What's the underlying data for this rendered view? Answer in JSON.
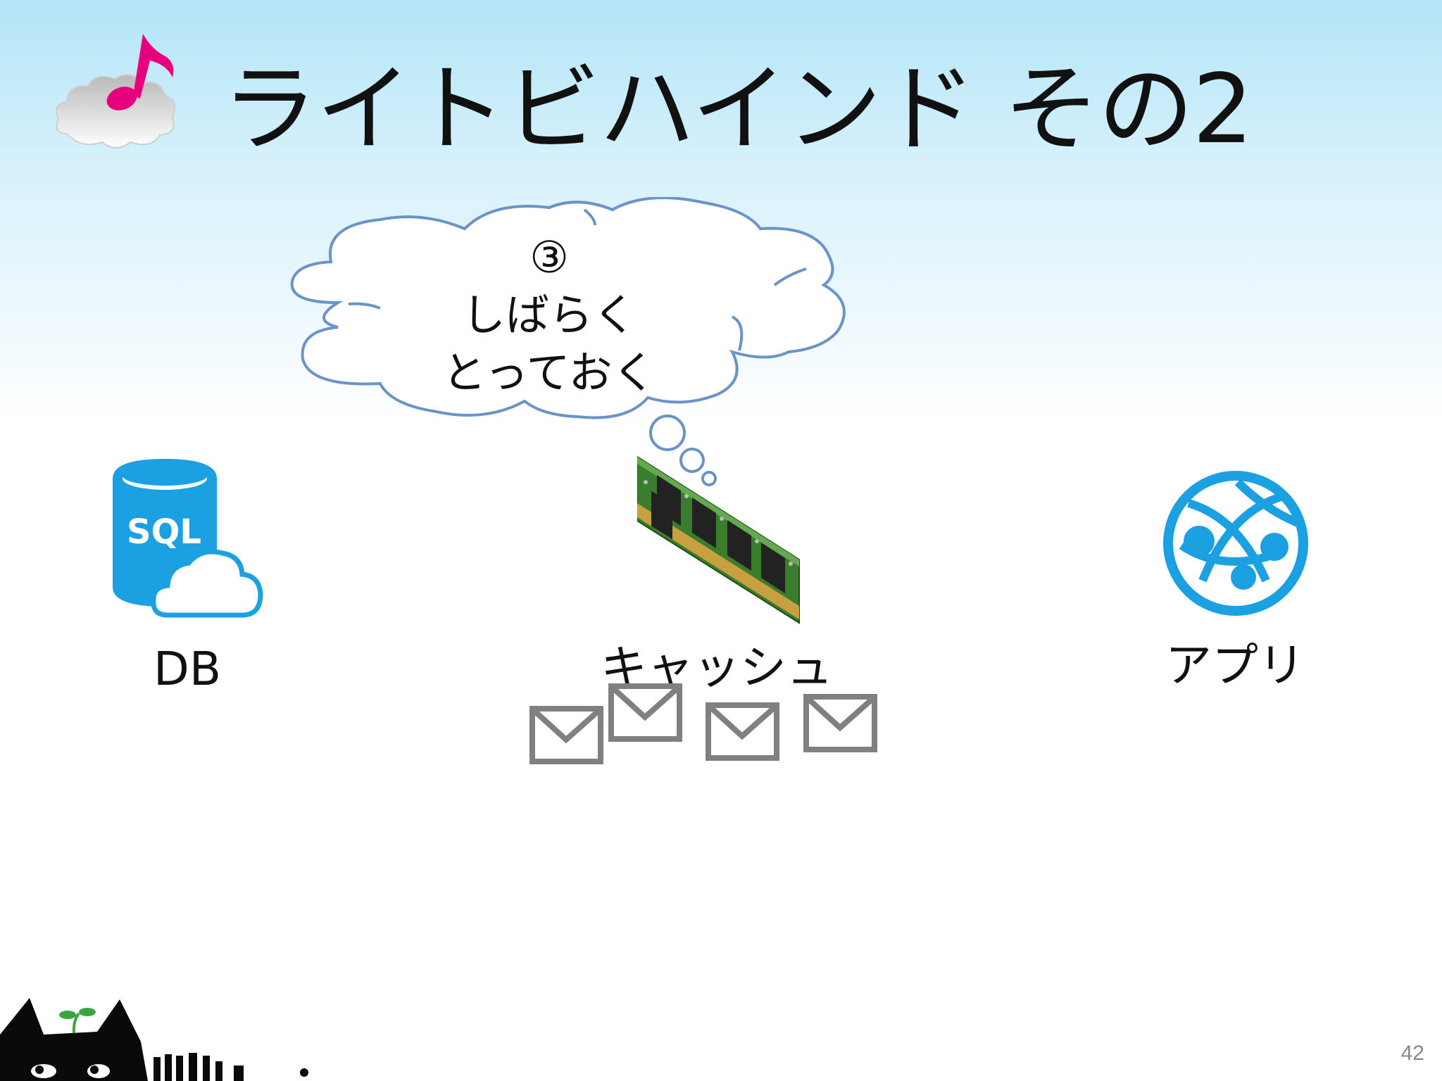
{
  "slide": {
    "title": "ライトビハインド その2",
    "page_number": "42"
  },
  "thought_bubble": {
    "lines": [
      "③",
      "しばらく",
      "とっておく"
    ]
  },
  "nodes": {
    "db": {
      "label": "DB",
      "icon": "sql-database-icon"
    },
    "cache": {
      "label": "キャッシュ",
      "icon": "memory-module-icon"
    },
    "app": {
      "label": "アプリ",
      "icon": "web-app-globe-icon"
    }
  },
  "messages": {
    "count": 4,
    "icon": "envelope-icon"
  },
  "colors": {
    "title_bar_gradient_top": "#b3e5f7",
    "sql_blue": "#1ba1e2",
    "cloud_outline": "#5a8ac6",
    "envelope_gray": "#808080",
    "note_pink": "#e6007e",
    "ram_green": "#3a7d2c"
  }
}
